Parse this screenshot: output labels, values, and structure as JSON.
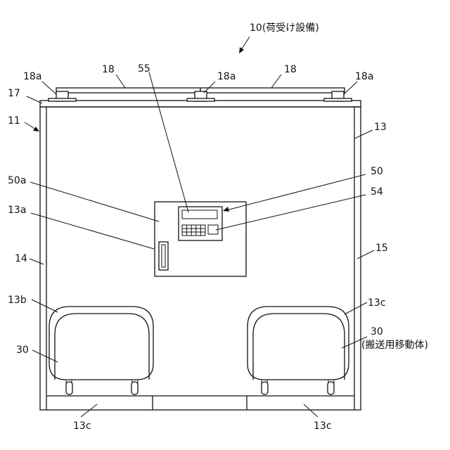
{
  "labels": {
    "facility": "10(荷受け設備)",
    "top_left_18": "18",
    "top_right_18": "18",
    "hinge_left": "18a",
    "hinge_middle": "18a",
    "hinge_right": "18a",
    "lock_display": "55",
    "top_edge": "17",
    "body": "11",
    "right_wall_front": "13",
    "panel_50a": "50a",
    "panel_50": "50",
    "panel_54": "54",
    "front_13a": "13a",
    "left_wall": "14",
    "right_wall": "15",
    "opening_left": "13b",
    "opening_right": "13c",
    "vehicle_left": "30",
    "vehicle_right": "30",
    "vehicle_caption": "(搬送用移動体)",
    "floor_left": "13c",
    "floor_right": "13c"
  }
}
